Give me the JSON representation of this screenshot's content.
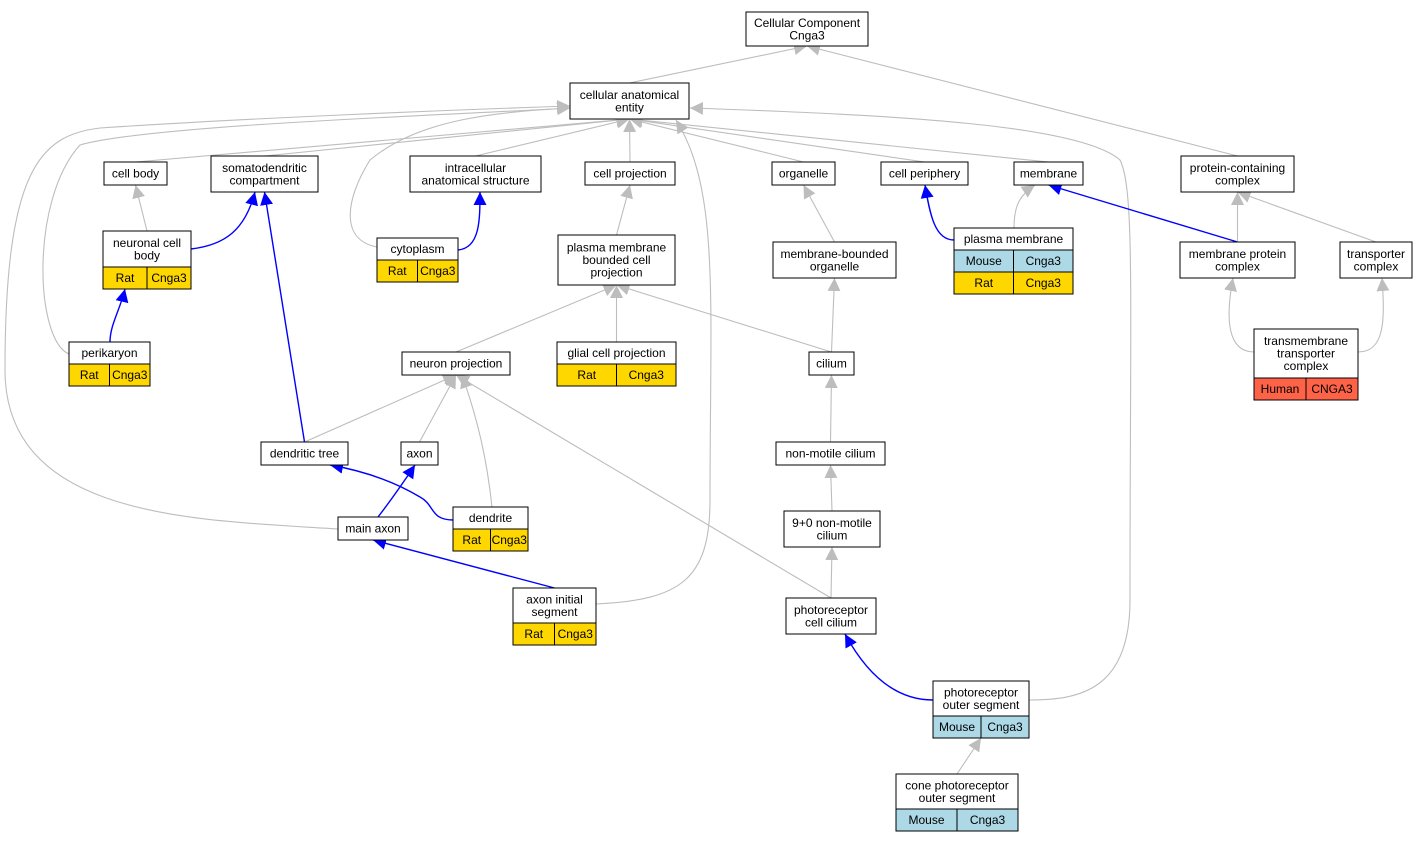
{
  "colors": {
    "is_a_edge": "#bdbdbd",
    "part_of_edge": "#0000ff",
    "node_fill": "#ffffff",
    "node_border": "#000000",
    "rat": "#ffd700",
    "mouse": "#add8e6",
    "human": "#ff6347"
  },
  "nodes": {
    "root": {
      "lines": [
        "Cellular Component",
        "Cnga3"
      ]
    },
    "cae": {
      "lines": [
        "cellular anatomical",
        "entity"
      ]
    },
    "cellbody": {
      "lines": [
        "cell body"
      ]
    },
    "somato": {
      "lines": [
        "somatodendritic",
        "compartment"
      ]
    },
    "intra": {
      "lines": [
        "intracellular",
        "anatomical structure"
      ]
    },
    "cellproj": {
      "lines": [
        "cell projection"
      ]
    },
    "organelle": {
      "lines": [
        "organelle"
      ]
    },
    "periphery": {
      "lines": [
        "cell periphery"
      ]
    },
    "membrane": {
      "lines": [
        "membrane"
      ]
    },
    "protcomplex": {
      "lines": [
        "protein-containing",
        "complex"
      ]
    },
    "neuronalbody": {
      "lines": [
        "neuronal cell",
        "body"
      ],
      "annotations": [
        [
          "Rat",
          "Cnga3"
        ]
      ]
    },
    "cytoplasm": {
      "lines": [
        "cytoplasm"
      ],
      "annotations": [
        [
          "Rat",
          "Cnga3"
        ]
      ]
    },
    "pmbcp": {
      "lines": [
        "plasma membrane",
        "bounded cell",
        "projection"
      ]
    },
    "mbo": {
      "lines": [
        "membrane-bounded",
        "organelle"
      ]
    },
    "plasmamem": {
      "lines": [
        "plasma membrane"
      ],
      "annotations": [
        [
          "Mouse",
          "Cnga3"
        ],
        [
          "Rat",
          "Cnga3"
        ]
      ]
    },
    "memprot": {
      "lines": [
        "membrane protein",
        "complex"
      ]
    },
    "transporter": {
      "lines": [
        "transporter",
        "complex"
      ]
    },
    "perikaryon": {
      "lines": [
        "perikaryon"
      ],
      "annotations": [
        [
          "Rat",
          "Cnga3"
        ]
      ]
    },
    "neuronproj": {
      "lines": [
        "neuron projection"
      ]
    },
    "glial": {
      "lines": [
        "glial cell projection"
      ],
      "annotations": [
        [
          "Rat",
          "Cnga3"
        ]
      ]
    },
    "cilium": {
      "lines": [
        "cilium"
      ]
    },
    "tmtc": {
      "lines": [
        "transmembrane",
        "transporter",
        "complex"
      ],
      "annotations": [
        [
          "Human",
          "CNGA3"
        ]
      ]
    },
    "dendtree": {
      "lines": [
        "dendritic tree"
      ]
    },
    "axon": {
      "lines": [
        "axon"
      ]
    },
    "nonmotile": {
      "lines": [
        "non-motile cilium"
      ]
    },
    "dendrite": {
      "lines": [
        "dendrite"
      ],
      "annotations": [
        [
          "Rat",
          "Cnga3"
        ]
      ]
    },
    "mainaxon": {
      "lines": [
        "main axon"
      ]
    },
    "ninezero": {
      "lines": [
        "9+0 non-motile",
        "cilium"
      ]
    },
    "ais": {
      "lines": [
        "axon initial",
        "segment"
      ],
      "annotations": [
        [
          "Rat",
          "Cnga3"
        ]
      ]
    },
    "prcilium": {
      "lines": [
        "photoreceptor",
        "cell cilium"
      ]
    },
    "pros": {
      "lines": [
        "photoreceptor",
        "outer segment"
      ],
      "annotations": [
        [
          "Mouse",
          "Cnga3"
        ]
      ]
    },
    "cone": {
      "lines": [
        "cone photoreceptor",
        "outer segment"
      ],
      "annotations": [
        [
          "Mouse",
          "Cnga3"
        ]
      ]
    }
  },
  "edges": [
    {
      "from": "cae",
      "to": "root",
      "type": "is_a"
    },
    {
      "from": "protcomplex",
      "to": "root",
      "type": "is_a"
    },
    {
      "from": "cellbody",
      "to": "cae",
      "type": "is_a"
    },
    {
      "from": "somato",
      "to": "cae",
      "type": "is_a"
    },
    {
      "from": "intra",
      "to": "cae",
      "type": "is_a"
    },
    {
      "from": "cellproj",
      "to": "cae",
      "type": "is_a"
    },
    {
      "from": "organelle",
      "to": "cae",
      "type": "is_a"
    },
    {
      "from": "periphery",
      "to": "cae",
      "type": "is_a"
    },
    {
      "from": "membrane",
      "to": "cae",
      "type": "is_a"
    },
    {
      "from": "cytoplasm",
      "to": "cae",
      "type": "is_a"
    },
    {
      "from": "perikaryon",
      "to": "cae",
      "type": "is_a"
    },
    {
      "from": "mainaxon",
      "to": "cae",
      "type": "is_a"
    },
    {
      "from": "ais",
      "to": "cae",
      "type": "is_a"
    },
    {
      "from": "pros",
      "to": "cae",
      "type": "is_a"
    },
    {
      "from": "neuronalbody",
      "to": "cellbody",
      "type": "is_a"
    },
    {
      "from": "neuronalbody",
      "to": "somato",
      "type": "part_of"
    },
    {
      "from": "cytoplasm",
      "to": "intra",
      "type": "part_of"
    },
    {
      "from": "pmbcp",
      "to": "cellproj",
      "type": "is_a"
    },
    {
      "from": "mbo",
      "to": "organelle",
      "type": "is_a"
    },
    {
      "from": "plasmamem",
      "to": "periphery",
      "type": "part_of"
    },
    {
      "from": "plasmamem",
      "to": "membrane",
      "type": "is_a"
    },
    {
      "from": "memprot",
      "to": "membrane",
      "type": "part_of"
    },
    {
      "from": "memprot",
      "to": "protcomplex",
      "type": "is_a"
    },
    {
      "from": "transporter",
      "to": "protcomplex",
      "type": "is_a"
    },
    {
      "from": "perikaryon",
      "to": "neuronalbody",
      "type": "part_of"
    },
    {
      "from": "neuronproj",
      "to": "pmbcp",
      "type": "is_a"
    },
    {
      "from": "glial",
      "to": "pmbcp",
      "type": "is_a"
    },
    {
      "from": "cilium",
      "to": "pmbcp",
      "type": "is_a"
    },
    {
      "from": "cilium",
      "to": "mbo",
      "type": "is_a"
    },
    {
      "from": "tmtc",
      "to": "memprot",
      "type": "is_a"
    },
    {
      "from": "tmtc",
      "to": "transporter",
      "type": "is_a"
    },
    {
      "from": "dendtree",
      "to": "somato",
      "type": "part_of"
    },
    {
      "from": "dendtree",
      "to": "neuronproj",
      "type": "is_a"
    },
    {
      "from": "axon",
      "to": "neuronproj",
      "type": "is_a"
    },
    {
      "from": "dendrite",
      "to": "neuronproj",
      "type": "is_a"
    },
    {
      "from": "nonmotile",
      "to": "cilium",
      "type": "is_a"
    },
    {
      "from": "dendrite",
      "to": "dendtree",
      "type": "part_of"
    },
    {
      "from": "mainaxon",
      "to": "axon",
      "type": "part_of"
    },
    {
      "from": "ninezero",
      "to": "nonmotile",
      "type": "is_a"
    },
    {
      "from": "ais",
      "to": "mainaxon",
      "type": "part_of"
    },
    {
      "from": "prcilium",
      "to": "ninezero",
      "type": "is_a"
    },
    {
      "from": "prcilium",
      "to": "neuronproj",
      "type": "is_a"
    },
    {
      "from": "pros",
      "to": "prcilium",
      "type": "part_of"
    },
    {
      "from": "cone",
      "to": "pros",
      "type": "is_a"
    }
  ]
}
